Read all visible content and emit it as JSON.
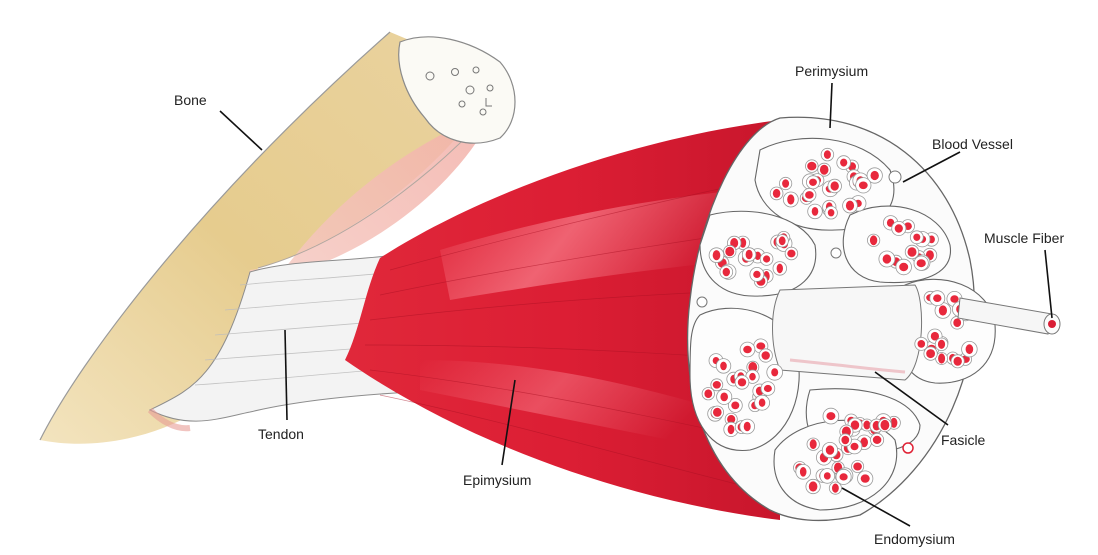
{
  "labels": {
    "bone": "Bone",
    "tendon": "Tendon",
    "epimysium": "Epimysium",
    "perimysium": "Perimysium",
    "blood_vessel": "Blood Vessel",
    "muscle_fiber": "Muscle Fiber",
    "fasicle": "Fasicle",
    "endomysium": "Endomysium"
  },
  "colors": {
    "muscle_red": "#e01c34",
    "muscle_dark": "#c4142a",
    "bone_tan": "#e8cf92",
    "bone_pink": "#f3b5ad",
    "tendon_gray": "#eeeeee",
    "fiber_red": "#e8283c",
    "outline": "#666666",
    "leader_line": "#111111"
  }
}
